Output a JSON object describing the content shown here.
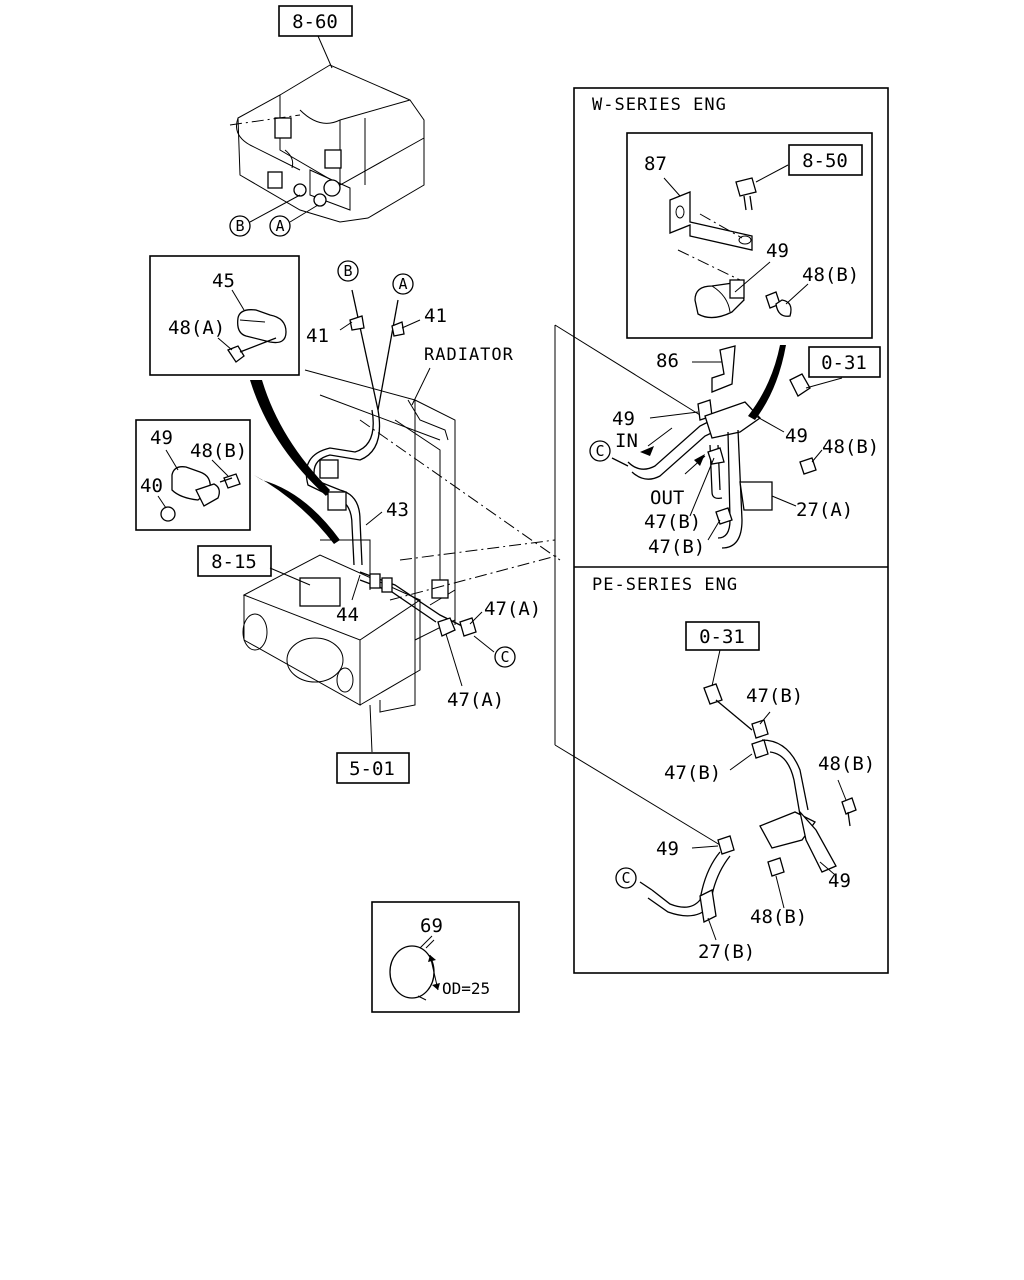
{
  "sections": {
    "w_series": "W-SERIES ENG",
    "pe_series": "PE-SERIES ENG"
  },
  "refs": {
    "r860": "8-60",
    "r850": "8-50",
    "r031_w": "0-31",
    "r031_pe": "0-31",
    "r815": "8-15",
    "r501": "5-01"
  },
  "connectors": {
    "a": "A",
    "b": "B",
    "c": "C"
  },
  "labels": {
    "radiator": "RADIATOR",
    "in": "IN",
    "out": "OUT",
    "od": "OD=25"
  },
  "parts": {
    "p27a": "27(A)",
    "p27b": "27(B)",
    "p40": "40",
    "p41": "41",
    "p43": "43",
    "p44": "44",
    "p45": "45",
    "p47a": "47(A)",
    "p47b": "47(B)",
    "p48a": "48(A)",
    "p48b": "48(B)",
    "p49": "49",
    "p69": "69",
    "p86": "86",
    "p87": "87"
  }
}
